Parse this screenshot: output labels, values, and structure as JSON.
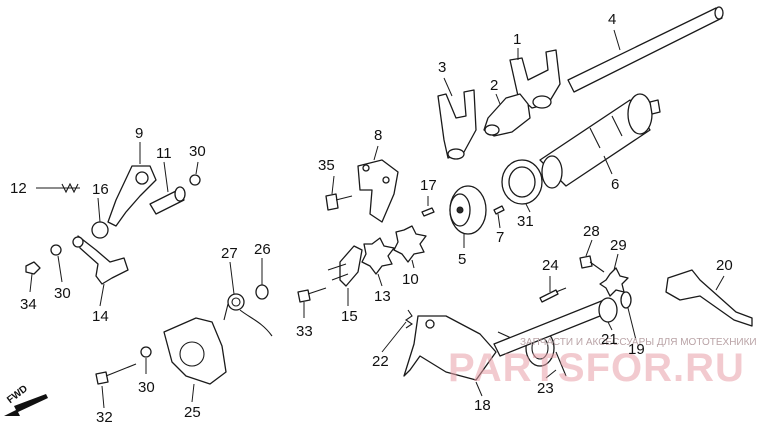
{
  "callouts": [
    {
      "id": "c1",
      "text": "1"
    },
    {
      "id": "c2",
      "text": "2"
    },
    {
      "id": "c3",
      "text": "3"
    },
    {
      "id": "c4",
      "text": "4"
    },
    {
      "id": "c5",
      "text": "5"
    },
    {
      "id": "c6",
      "text": "6"
    },
    {
      "id": "c7",
      "text": "7"
    },
    {
      "id": "c8",
      "text": "8"
    },
    {
      "id": "c9",
      "text": "9"
    },
    {
      "id": "c10",
      "text": "10"
    },
    {
      "id": "c11",
      "text": "11"
    },
    {
      "id": "c12",
      "text": "12"
    },
    {
      "id": "c13",
      "text": "13"
    },
    {
      "id": "c14",
      "text": "14"
    },
    {
      "id": "c15",
      "text": "15"
    },
    {
      "id": "c16",
      "text": "16"
    },
    {
      "id": "c17",
      "text": "17"
    },
    {
      "id": "c18",
      "text": "18"
    },
    {
      "id": "c19",
      "text": "19"
    },
    {
      "id": "c20",
      "text": "20"
    },
    {
      "id": "c21",
      "text": "21"
    },
    {
      "id": "c22",
      "text": "22"
    },
    {
      "id": "c23",
      "text": "23"
    },
    {
      "id": "c24",
      "text": "24"
    },
    {
      "id": "c25",
      "text": "25"
    },
    {
      "id": "c26",
      "text": "26"
    },
    {
      "id": "c27",
      "text": "27"
    },
    {
      "id": "c28",
      "text": "28"
    },
    {
      "id": "c29",
      "text": "29"
    },
    {
      "id": "c30a",
      "text": "30"
    },
    {
      "id": "c30b",
      "text": "30"
    },
    {
      "id": "c30c",
      "text": "30"
    },
    {
      "id": "c31",
      "text": "31"
    },
    {
      "id": "c32",
      "text": "32"
    },
    {
      "id": "c33",
      "text": "33"
    },
    {
      "id": "c34",
      "text": "34"
    },
    {
      "id": "c35",
      "text": "35"
    }
  ],
  "direction_marker": {
    "label": "FWD",
    "icon": "forward-arrow-icon"
  },
  "watermark": {
    "text": "PARTSFOR.RU",
    "caption": "ЗАПЧАСТИ И АКСЕССУАРЫ ДЛЯ МОТОТЕХНИКИ",
    "color": "#e8a0a8"
  }
}
